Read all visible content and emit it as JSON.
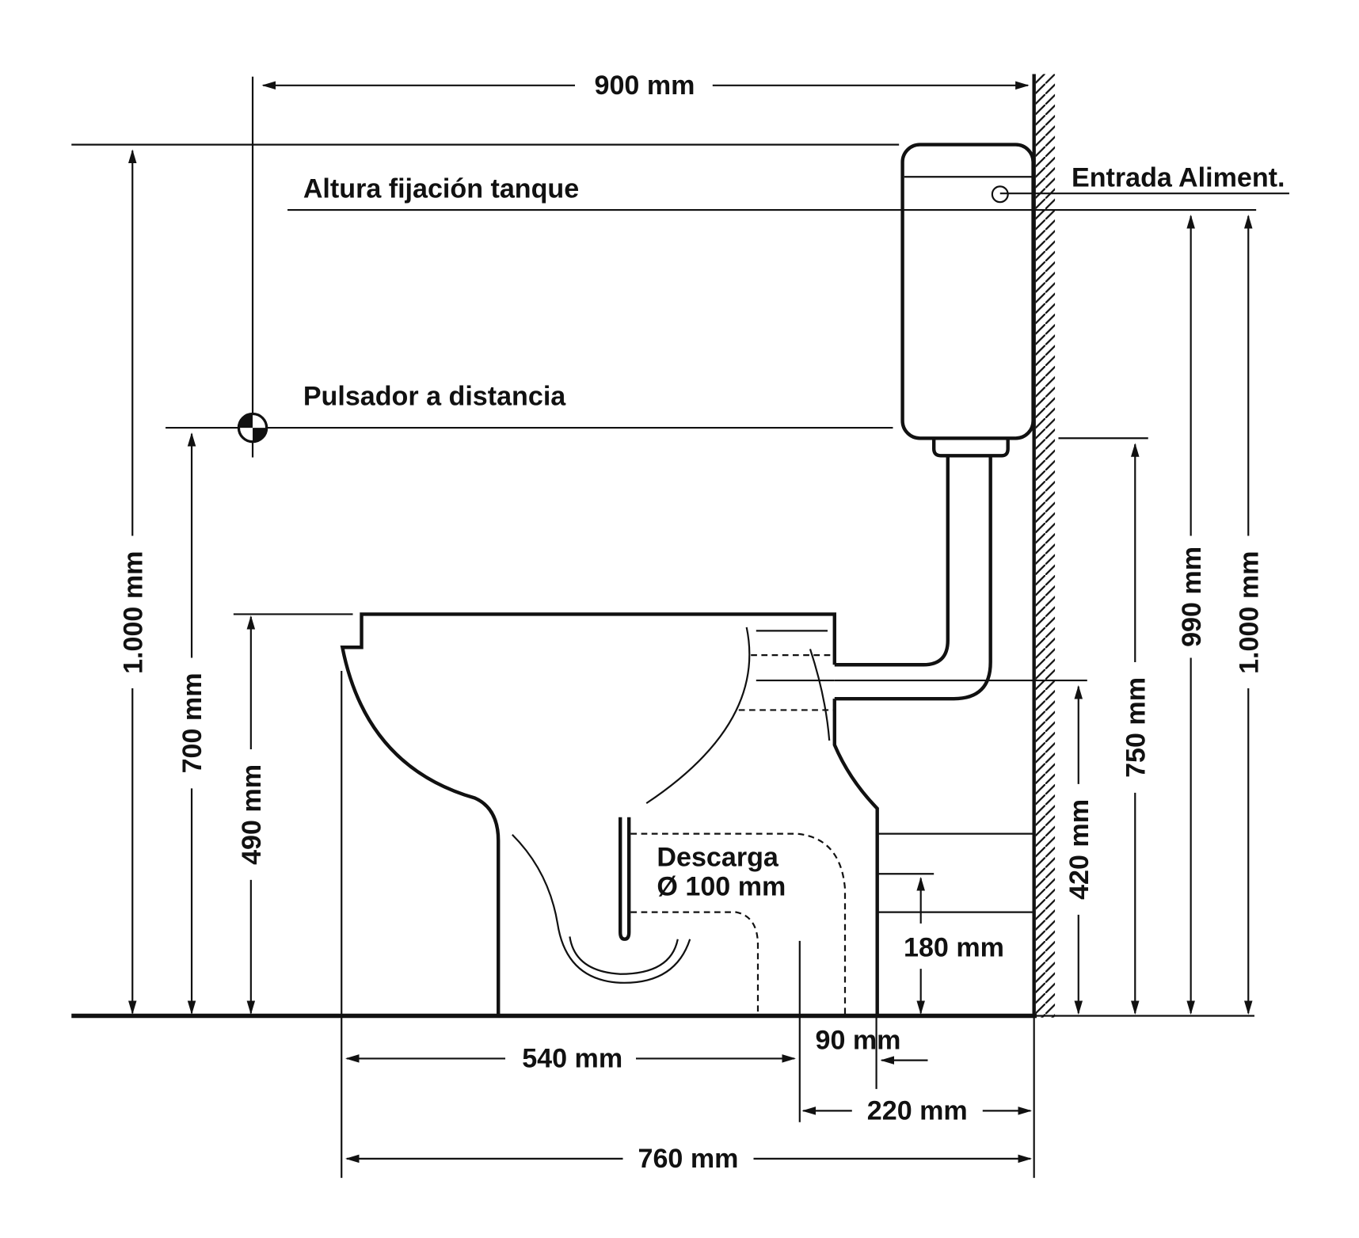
{
  "labels": {
    "width_total": "900 mm",
    "tank_height_label": "Altura fijación tanque",
    "remote_button_label": "Pulsador a distancia",
    "water_inlet": "Entrada Aliment.",
    "height_1000_left": "1.000 mm",
    "height_700": "700 mm",
    "height_490": "490 mm",
    "height_420": "420 mm",
    "height_750": "750 mm",
    "height_990": "990 mm",
    "height_1000_right": "1.000 mm",
    "discharge_line1": "Descarga",
    "discharge_line2": "Ø 100 mm",
    "height_180": "180 mm",
    "dist_540": "540 mm",
    "dist_90": "90 mm",
    "dist_220": "220 mm",
    "dist_760": "760 mm"
  },
  "colors": {
    "ink": "#111111",
    "background": "#ffffff"
  }
}
